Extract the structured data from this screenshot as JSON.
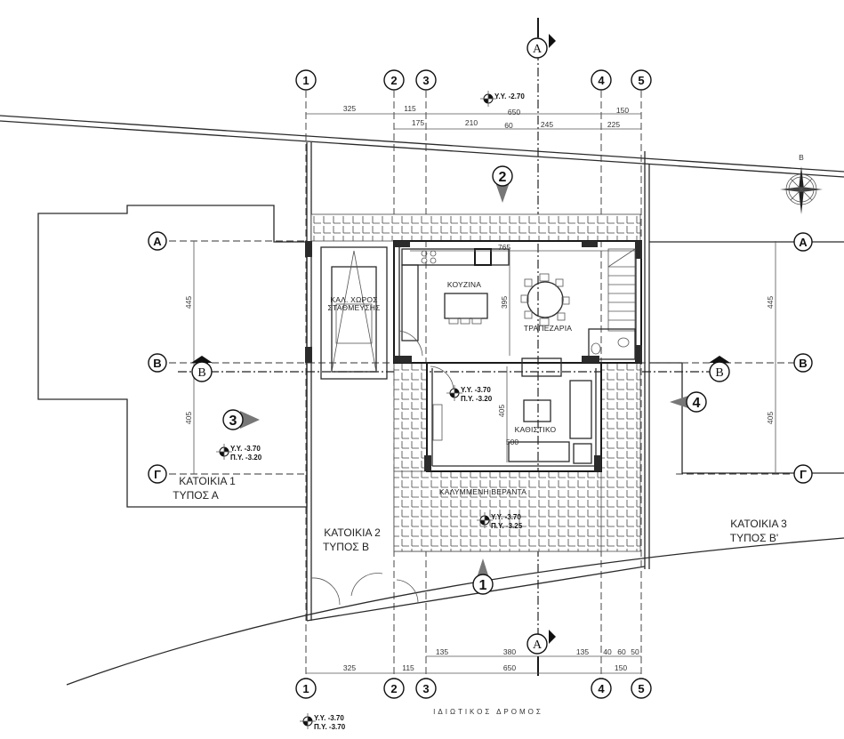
{
  "drawing": {
    "road_label": "ΙΔΙΩΤΙΚΟΣ ΔΡΟΜΟΣ",
    "north_label": "Β",
    "grid_columns": [
      "1",
      "2",
      "3",
      "4",
      "5"
    ],
    "grid_rows": [
      "A",
      "B",
      "Γ"
    ],
    "sections": [
      "A",
      "B"
    ],
    "views": [
      "1",
      "2",
      "3",
      "4"
    ]
  },
  "dimensions": {
    "top_row1": [
      "325",
      "115",
      "650",
      "150"
    ],
    "top_row2": [
      "175",
      "210",
      "60",
      "245",
      "225"
    ],
    "bottom_row1": [
      "135",
      "380",
      "135",
      "40",
      "60",
      "50"
    ],
    "bottom_row2": [
      "325",
      "115",
      "650",
      "150"
    ],
    "left_vertical": [
      "445",
      "405"
    ],
    "right_vertical": [
      "445",
      "405"
    ],
    "interior": {
      "kitchen_width": "765",
      "kitchen_depth": "395",
      "living_depth": "405",
      "living_width": "500"
    }
  },
  "rooms": {
    "parking": [
      "ΚΑΛ. ΧΩΡΟΣ",
      "ΣΤΑΘΜΕΥΣΗΣ"
    ],
    "kitchen": "ΚΟΥΖΙΝΑ",
    "dining": "ΤΡΑΠΕΖΑΡΙΑ",
    "living": "ΚΑΘΙΣΤΙΚΟ",
    "veranda": "ΚΑΛΥΜΜΕΝΗ ΒΕΡΑΝΤΑ"
  },
  "houses": {
    "house1": [
      "ΚΑΤΟΙΚΙΑ 1",
      "ΤΥΠΟΣ Α"
    ],
    "house2": [
      "ΚΑΤΟΙΚΙΑ 2",
      "ΤΥΠΟΣ Β"
    ],
    "house3": [
      "ΚΑΤΟΙΚΙΑ 3",
      "ΤΥΠΟΣ Β'"
    ]
  },
  "levels": {
    "top": {
      "yy": "Υ.Υ. -2.70"
    },
    "living": {
      "yy": "Υ.Υ. -3.70",
      "py": "Π.Υ. -3.20"
    },
    "house1": {
      "yy": "Υ.Υ. -3.70",
      "py": "Π.Υ. -3.20"
    },
    "veranda": {
      "yy": "Υ.Υ. -3.70",
      "py": "Π.Υ. -3.25"
    },
    "road": {
      "yy": "Υ.Υ. -3.70",
      "py": "Π.Υ. -3.70"
    }
  }
}
